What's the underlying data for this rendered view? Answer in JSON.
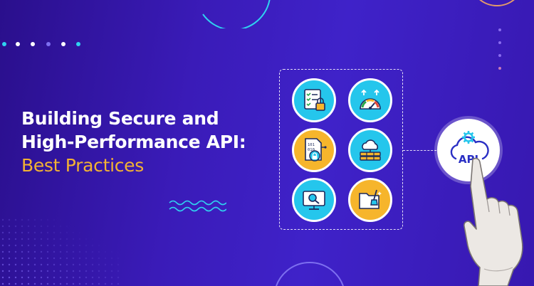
{
  "banner": {
    "title_line1": "Building Secure and",
    "title_line2": "High-Performance API:",
    "title_accent": "Best Practices",
    "api_badge_label": "API"
  },
  "colors": {
    "background": "#3a1bb8",
    "title": "#ffffff",
    "accent": "#f2b233",
    "tile_cyan": "#25c6ec",
    "tile_amber": "#f6b52c",
    "api_text": "#2a2fc4",
    "deco_cyan": "#2fd2f0"
  },
  "icons": [
    "security-checklist-lock-icon",
    "performance-gauge-icon",
    "encrypted-binary-document-icon",
    "cloud-server-icon",
    "monitor-search-icon",
    "folder-cleanup-brush-icon",
    "cloud-gear-icon",
    "pointing-hand-icon"
  ]
}
